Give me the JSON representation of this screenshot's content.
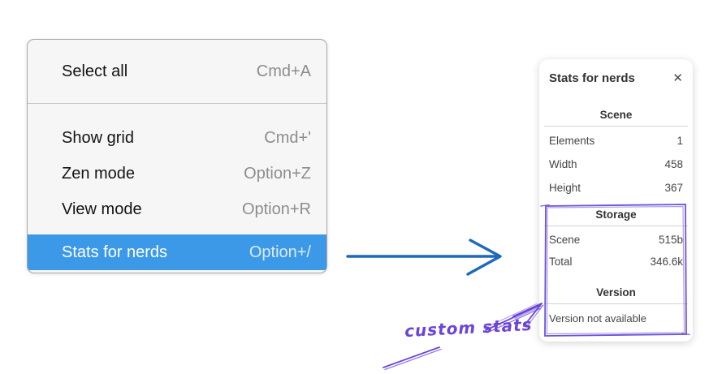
{
  "menu": {
    "items": [
      {
        "label": "Select all",
        "shortcut": "Cmd+A",
        "selected": false
      },
      {
        "label": "Show grid",
        "shortcut": "Cmd+'",
        "selected": false
      },
      {
        "label": "Zen mode",
        "shortcut": "Option+Z",
        "selected": false
      },
      {
        "label": "View mode",
        "shortcut": "Option+R",
        "selected": false
      },
      {
        "label": "Stats for nerds",
        "shortcut": "Option+/",
        "selected": true
      }
    ]
  },
  "stats_panel": {
    "title": "Stats for nerds",
    "close_glyph": "✕",
    "sections": [
      {
        "title": "Scene",
        "rows": [
          [
            "Elements",
            "1"
          ],
          [
            "Width",
            "458"
          ],
          [
            "Height",
            "367"
          ]
        ]
      },
      {
        "title": "Storage",
        "rows": [
          [
            "Scene",
            "515b"
          ],
          [
            "Total",
            "346.6k"
          ]
        ]
      },
      {
        "title": "Version",
        "note": "Version not available"
      }
    ]
  },
  "annotation": {
    "label": "custom stats"
  },
  "colors": {
    "menu_highlight": "#3c99e8",
    "flow_arrow": "#1e6ab8",
    "annotation_purple": "#6b4bd6"
  }
}
